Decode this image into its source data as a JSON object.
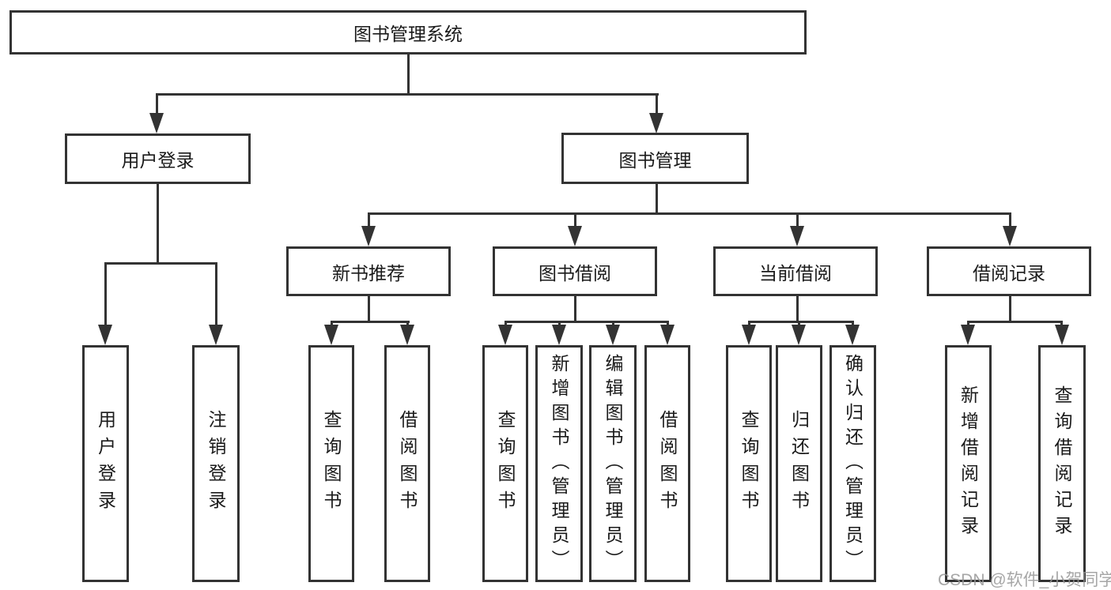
{
  "tree": {
    "root": "图书管理系统",
    "branches": [
      {
        "label": "用户登录",
        "children": [
          "用户登录",
          "注销登录"
        ]
      },
      {
        "label": "图书管理",
        "children": [
          {
            "label": "新书推荐",
            "children": [
              "查询图书",
              "借阅图书"
            ]
          },
          {
            "label": "图书借阅",
            "children": [
              "查询图书",
              "新增图书（管理员）",
              "编辑图书（管理员）",
              "借阅图书"
            ]
          },
          {
            "label": "当前借阅",
            "children": [
              "查询图书",
              "归还图书",
              "确认归还（管理员）"
            ]
          },
          {
            "label": "借阅记录",
            "children": [
              "新增借阅记录",
              "查询借阅记录"
            ]
          }
        ]
      }
    ]
  },
  "watermark": "CSDN @软件_小贺同学",
  "colors": {
    "line": "#333333",
    "text": "#1a1a1a",
    "background": "#ffffff",
    "watermark": "#969696"
  }
}
